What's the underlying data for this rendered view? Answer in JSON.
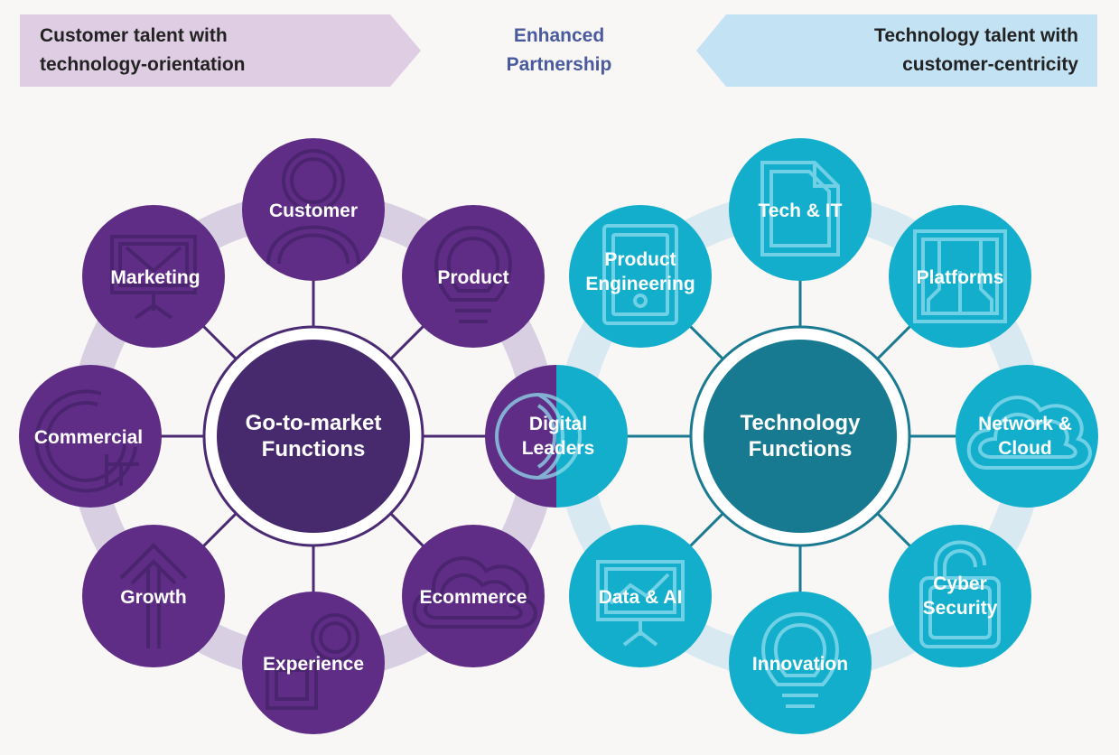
{
  "header": {
    "left_banner": [
      "Customer talent with",
      "technology-orientation"
    ],
    "center_label": [
      "Enhanced",
      "Partnership"
    ],
    "right_banner": [
      "Technology talent with",
      "customer-centricity"
    ]
  },
  "colors": {
    "purple_node": "#5f2d86",
    "purple_hub": "#472a6e",
    "purple_ring": "#d8d0e2",
    "purple_banner": "#dfcde4",
    "cyan_node": "#13aecb",
    "teal_hub": "#177a91",
    "cyan_ring": "#d8e9f1",
    "cyan_banner": "#c3e2f4",
    "partnership_text": "#4a5a9e"
  },
  "left_cluster": {
    "hub": [
      "Go-to-market",
      "Functions"
    ],
    "nodes": [
      {
        "label": [
          "Customer"
        ],
        "icon": "person-icon"
      },
      {
        "label": [
          "Product"
        ],
        "icon": "lightbulb-icon"
      },
      {
        "label": [
          "Ecommerce"
        ],
        "icon": "cloud-icon"
      },
      {
        "label": [
          "Experience"
        ],
        "icon": "touch-icon"
      },
      {
        "label": [
          "Growth"
        ],
        "icon": "arrow-up-icon"
      },
      {
        "label": [
          "Commercial"
        ],
        "icon": "target-icon"
      },
      {
        "label": [
          "Marketing"
        ],
        "icon": "presentation-icon"
      }
    ]
  },
  "shared_node": {
    "label": [
      "Digital",
      "Leaders"
    ],
    "icon": "globe-icon"
  },
  "right_cluster": {
    "hub": [
      "Technology",
      "Functions"
    ],
    "nodes": [
      {
        "label": [
          "Tech & IT"
        ],
        "icon": "document-icon"
      },
      {
        "label": [
          "Platforms"
        ],
        "icon": "circuit-board-icon"
      },
      {
        "label": [
          "Network &",
          "Cloud"
        ],
        "icon": "cloud-icon"
      },
      {
        "label": [
          "Cyber",
          "Security"
        ],
        "icon": "padlock-icon"
      },
      {
        "label": [
          "Innovation"
        ],
        "icon": "lightbulb-icon"
      },
      {
        "label": [
          "Data & AI"
        ],
        "icon": "chart-board-icon"
      },
      {
        "label": [
          "Product",
          "Engineering"
        ],
        "icon": "device-icon"
      }
    ]
  }
}
